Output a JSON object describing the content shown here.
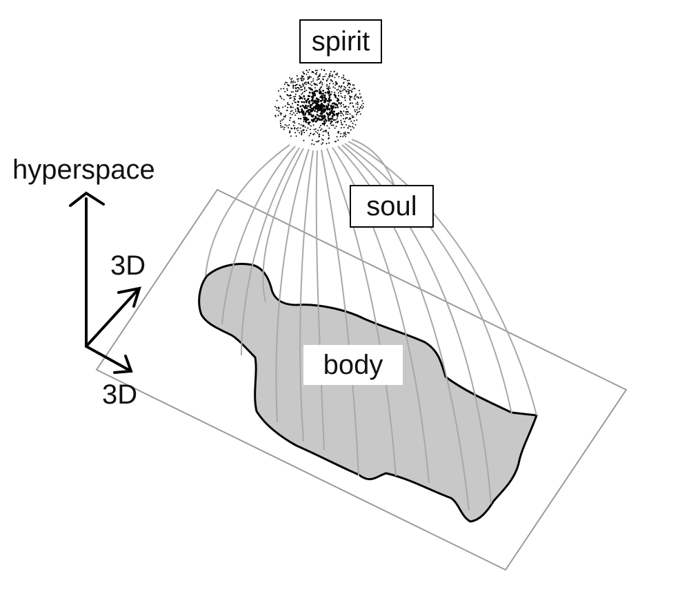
{
  "labels": {
    "spirit": "spirit",
    "soul": "soul",
    "body": "body",
    "hyperspace": "hyperspace",
    "axis_3d_upper": "3D",
    "axis_3d_lower": "3D"
  },
  "colors": {
    "background": "#ffffff",
    "ink": "#000000",
    "plane_outline": "#9a9a9a",
    "soul_lines": "#a8a8a8",
    "body_fill": "#c8c8c8"
  }
}
